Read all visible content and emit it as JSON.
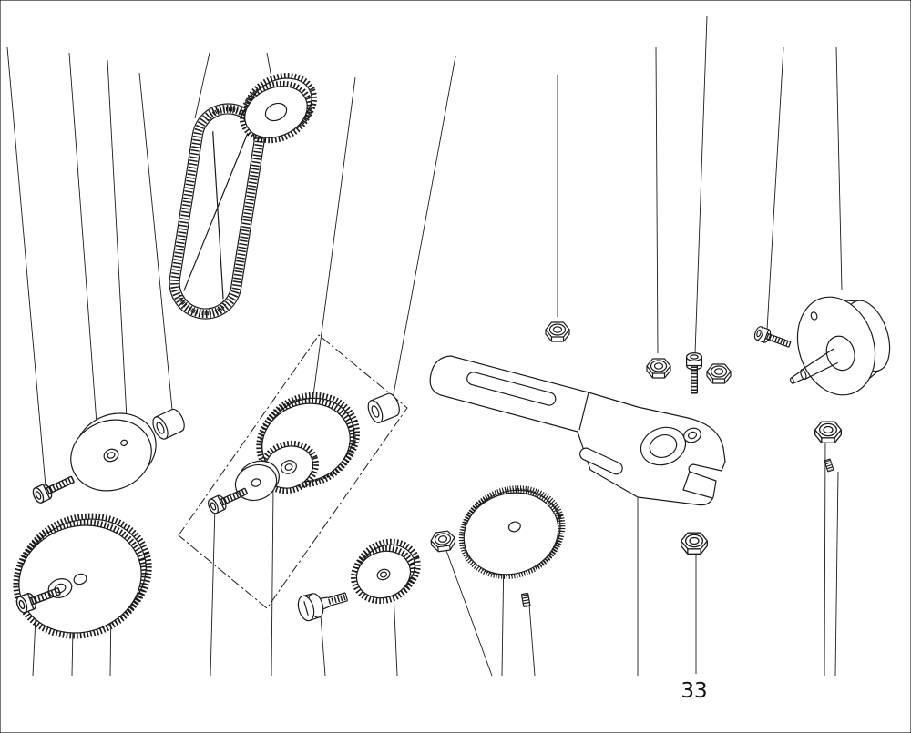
{
  "figure": {
    "part_number_label": "33"
  },
  "diagram": {
    "style": "exploded-parts-diagram",
    "background_color": "#ffffff",
    "line_color": "#1c1c1c",
    "parts": [
      "timing-belt",
      "pulley-gear",
      "disc-pulley-left",
      "spacer-bushing-left",
      "cap-screw-left",
      "large-gear-lower-left",
      "washer-lower-left",
      "cap-screw-lower-left",
      "compound-gear",
      "washer-center",
      "cap-screw-center",
      "spacer-bushing-center",
      "shoulder-screw",
      "small-gear",
      "hex-nut-center",
      "flat-gear",
      "set-screw-center",
      "bracket-arm",
      "hex-nut-upper",
      "hex-nut-arm-left",
      "hex-bolt-arm",
      "hex-nut-arm-right",
      "hex-nut-below-arm",
      "motor-housing",
      "cap-screw-right",
      "hex-nut-right",
      "set-screw-right"
    ]
  }
}
